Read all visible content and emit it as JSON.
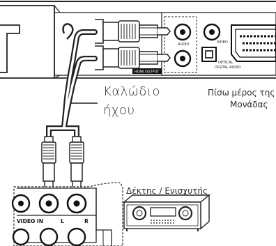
{
  "labels": {
    "cable_line1": "Καλώδιο",
    "cable_line2": "ήχου",
    "rear_line1": "Πίσω μέρος της",
    "rear_line2": "Μονάδας",
    "receiver": "Δέκτης / Ενισχυτής"
  },
  "panel_labels": {
    "audio": "AUDIO",
    "video": "VIDEO",
    "hdmi_output": "HDMI OUTPUT",
    "optical_1": "OPTICAL",
    "optical_2": "DIGITAL AUDIO"
  },
  "receiver_jacks": {
    "video_in": "VIDEO IN",
    "left": "L",
    "right": "R"
  }
}
